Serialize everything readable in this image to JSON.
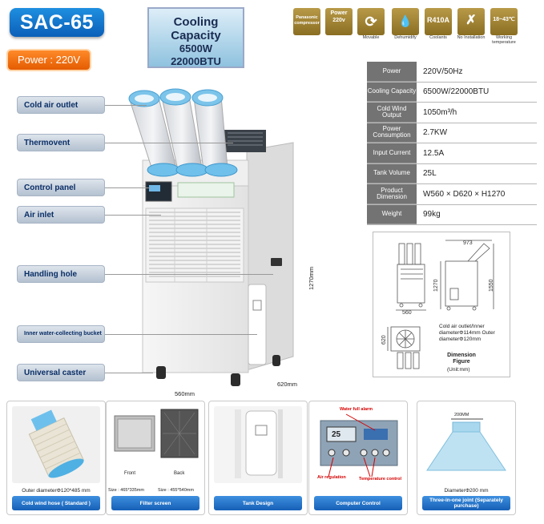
{
  "header": {
    "model": "SAC-65",
    "power": "Power : 220V",
    "capacity_title": "Cooling Capacity",
    "capacity_w": "6500W",
    "capacity_btu": "22000BTU"
  },
  "features": [
    {
      "symbol": "Panasonic compressor",
      "label": "",
      "icon": "compressor-icon"
    },
    {
      "symbol": "Power 220v",
      "label": "",
      "icon": "power-icon"
    },
    {
      "symbol": "⟳",
      "label": "Movable",
      "icon": "movable-icon"
    },
    {
      "symbol": "💧",
      "label": "Dehumidify",
      "icon": "dehumidify-icon"
    },
    {
      "symbol": "R410A",
      "label": "Coolants",
      "icon": "coolant-icon"
    },
    {
      "symbol": "✗",
      "label": "No Installation",
      "icon": "no-installation-icon"
    },
    {
      "symbol": "18~43℃",
      "label": "Working temperature",
      "icon": "working-temperature-icon"
    }
  ],
  "specs": [
    {
      "k": "Power",
      "v": "220V/50Hz"
    },
    {
      "k": "Cooling Capacity",
      "v": "6500W/22000BTU"
    },
    {
      "k": "Cold Wind Output",
      "v": "1050m³/h"
    },
    {
      "k": "Power Consumption",
      "v": "2.7KW"
    },
    {
      "k": "Input Current",
      "v": "12.5A"
    },
    {
      "k": "Tank Volume",
      "v": "25L"
    },
    {
      "k": "Product Dimension",
      "v": "W560 × D620 × H1270"
    },
    {
      "k": "Weight",
      "v": "99kg"
    }
  ],
  "dimension": {
    "d973": "973",
    "d1270": "1270",
    "d1550": "1550",
    "d560": "560",
    "d620": "620",
    "caption": "Cold air outlet/Inner diameterΦ114mm Outer diameterΦ120mm",
    "title": "Dimension Figure",
    "unit": "(Unit:mm)"
  },
  "callouts": [
    "Cold air outlet",
    "Thermovent",
    "Control panel",
    "Air inlet",
    "Handling hole",
    "Inner water-collecting bucket",
    "Universal caster"
  ],
  "measurements": {
    "height": "1270mm",
    "width": "560mm",
    "depth": "620mm"
  },
  "cards": [
    {
      "caption": "Outer diameterΦ120*485 mm",
      "title": "Cold wind hose ( Standard )"
    },
    {
      "front": "Front",
      "back": "Back",
      "size_front": "Size : 465*335mm",
      "size_back": "Size : 455*540mm",
      "title": "Filter screen"
    },
    {
      "title": "Tank Design"
    },
    {
      "alarm": "Water full alarm",
      "air": "Air regulation",
      "temp": "Temperature control",
      "display": "25",
      "title": "Computer Control"
    },
    {
      "size": "200MM",
      "caption": "DiameterΦ200 mm",
      "title": "Three-in-one joint (Separately purchase)"
    }
  ]
}
